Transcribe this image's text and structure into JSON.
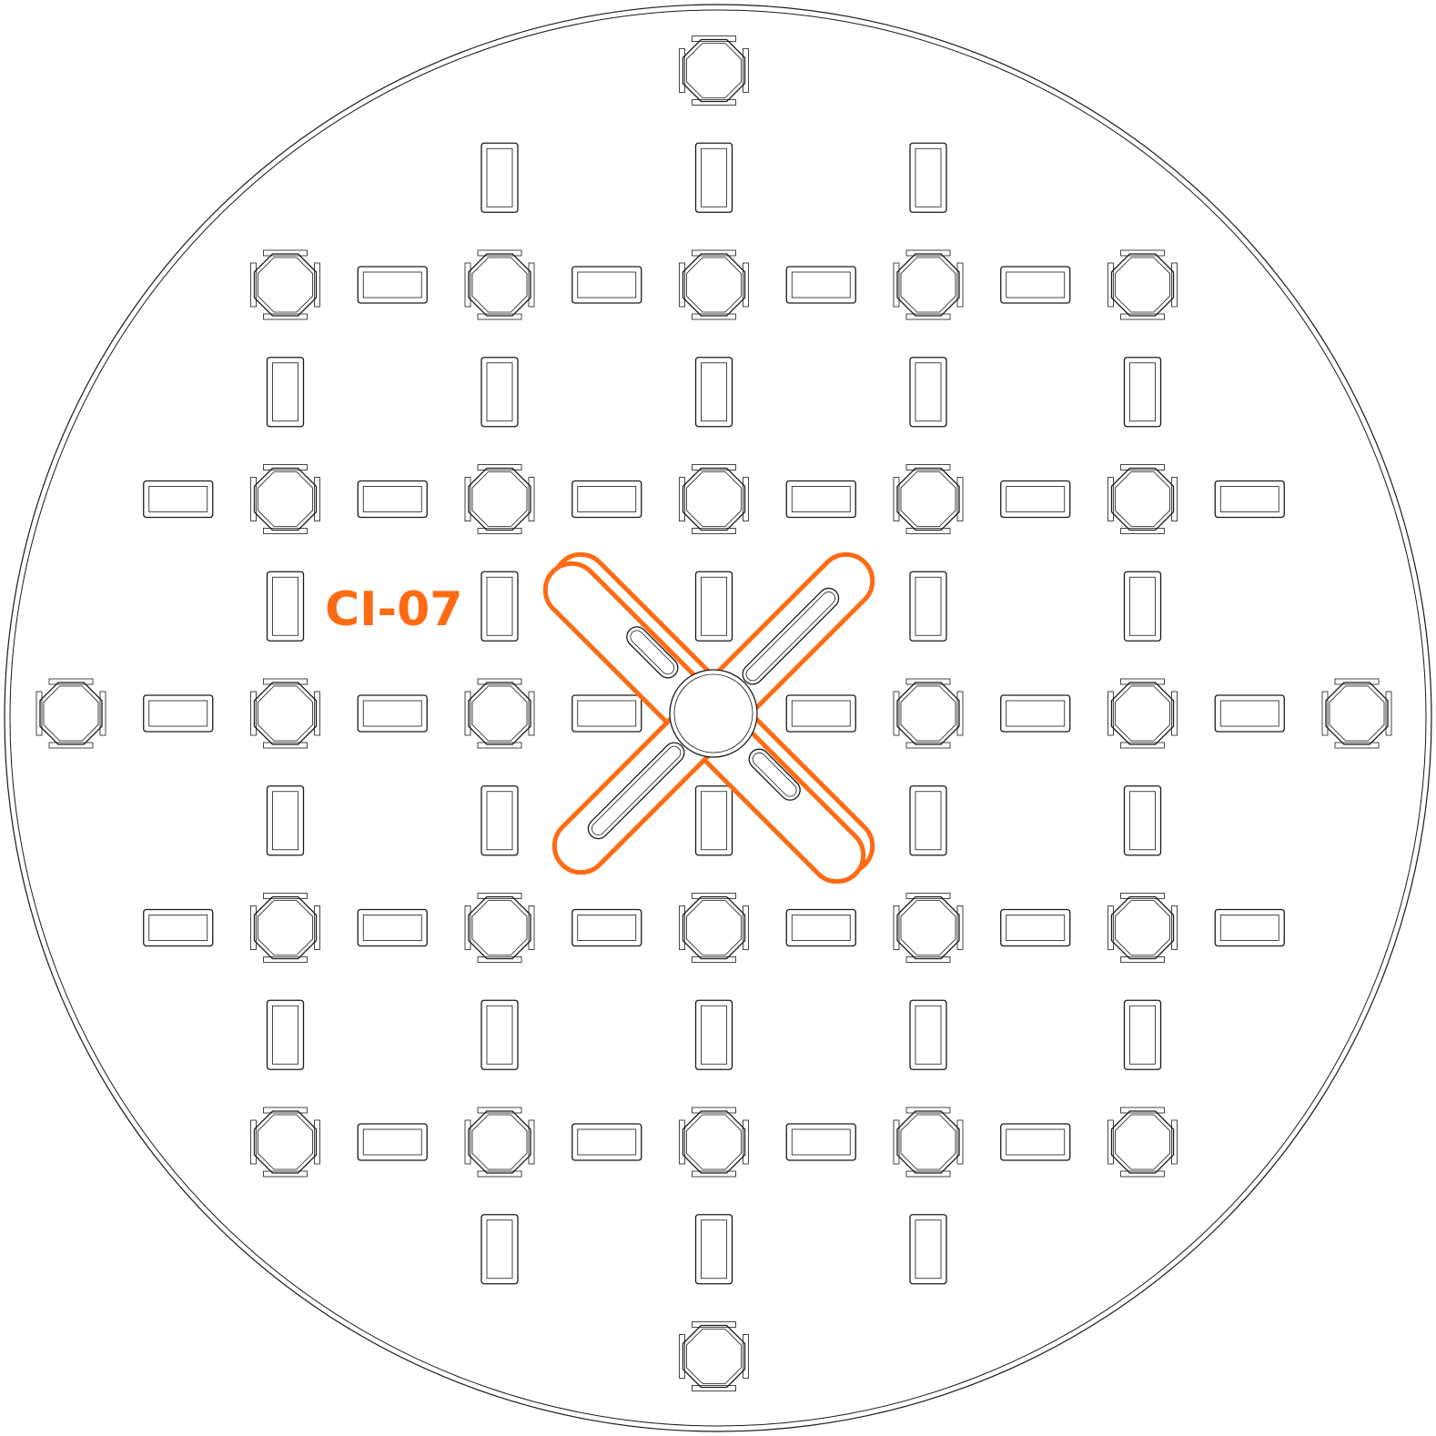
{
  "diagram": {
    "part_label": "CI-07",
    "colors": {
      "background": "#ffffff",
      "outline": "#1a1a1a",
      "accent": "#ff6a13"
    },
    "grid": {
      "octagon_holes": "hole-octagon",
      "slot_holes_horizontal": "hole-slot-horizontal",
      "slot_holes_vertical": "hole-slot-vertical"
    },
    "servo_horn": {
      "arms": 4,
      "shape": "cross",
      "center_hole": "round"
    }
  }
}
